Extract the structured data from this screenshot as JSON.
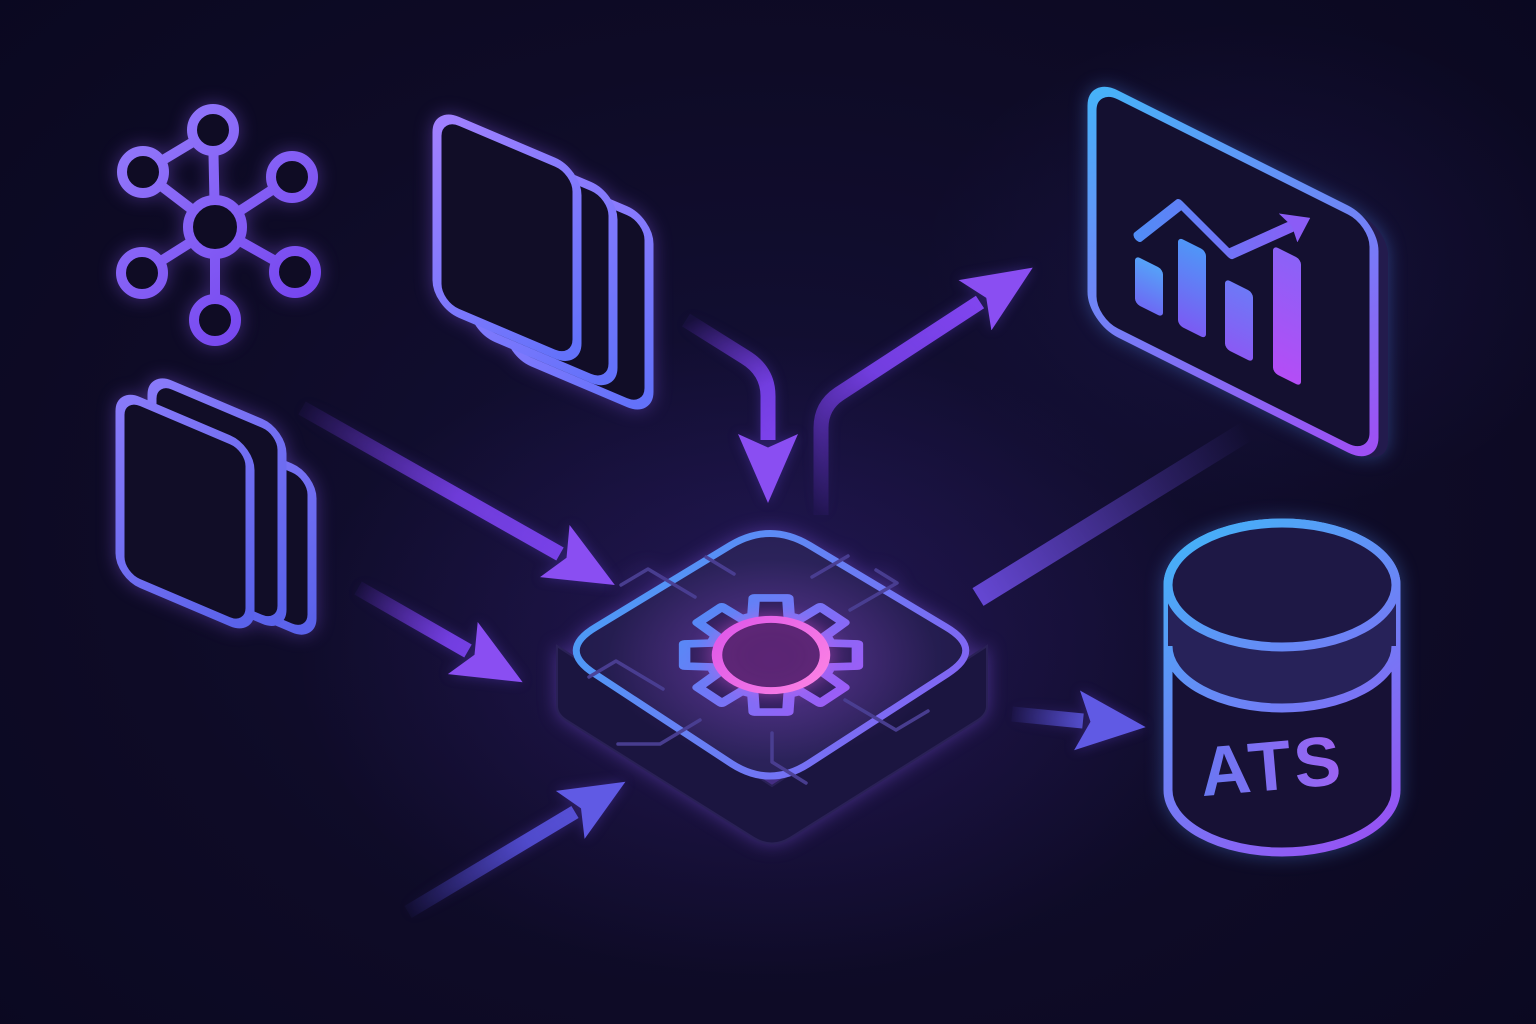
{
  "diagram": {
    "description": "Isometric dark-themed illustration: a network hub and document stacks feed arrows into a central processor chip with a gear, which outputs to an analytics dashboard and to an ATS database",
    "database_label": "ATS",
    "nodes": [
      {
        "name": "network-hub-icon",
        "role": "data source hub"
      },
      {
        "name": "document-stack-top-icon",
        "role": "documents input"
      },
      {
        "name": "document-stack-left-icon",
        "role": "documents input"
      },
      {
        "name": "processor-chip-icon",
        "role": "processing engine with gear"
      },
      {
        "name": "analytics-dashboard-icon",
        "role": "output analytics screen"
      },
      {
        "name": "database-icon",
        "role": "output database",
        "label": "ATS"
      }
    ],
    "arrows": [
      {
        "name": "arrow-documents-left-to-processor-1",
        "direction": "down-right"
      },
      {
        "name": "arrow-documents-left-to-processor-2",
        "direction": "down-right"
      },
      {
        "name": "arrow-documents-top-to-processor",
        "direction": "curved down"
      },
      {
        "name": "arrow-processor-to-dashboard",
        "direction": "up-right"
      },
      {
        "name": "beam-processor-to-dashboard",
        "direction": "up-right fading"
      },
      {
        "name": "arrow-processor-to-database",
        "direction": "right"
      },
      {
        "name": "arrow-bottom-left-to-processor",
        "direction": "up-right"
      }
    ],
    "chart_icon": {
      "type": "bar",
      "bar_heights": [
        48,
        88,
        70,
        127
      ],
      "trend_line": "zigzag rising with arrow"
    },
    "colors": {
      "background": "#0d0a20",
      "violet": "#7c3aed",
      "purple_arrow": "#7e45f0",
      "indigo_arrow": "#5a52dd",
      "blue_accent": "#45b4f8",
      "frame_purple": "#a04df4",
      "magenta_ring": "#e95de9"
    }
  }
}
